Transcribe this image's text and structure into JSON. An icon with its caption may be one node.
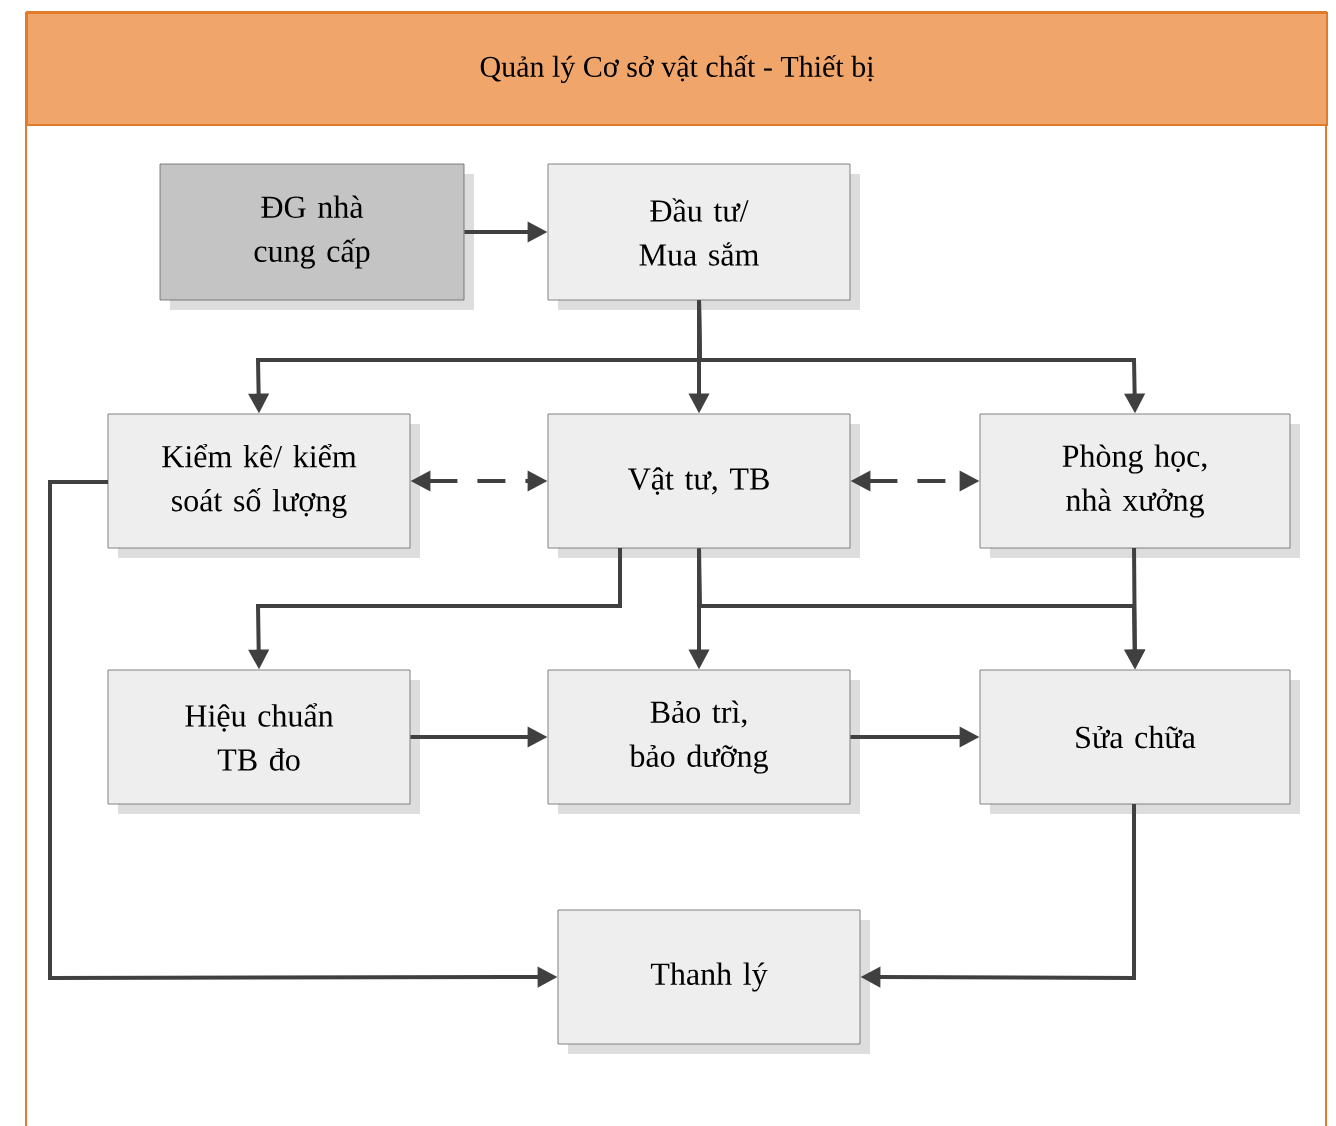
{
  "diagram": {
    "nodes": [
      {
        "text": [
          "Quản lý Cơ sở vật chất - Thiết bị"
        ]
      },
      {
        "text": [
          "ĐG nhà cung cấp"
        ],
        "in": 0
      },
      {
        "text": [
          "Đầu tư/ Mua sắm"
        ],
        "in": 0
      },
      {
        "text": [
          "Kiểm kê/ kiểm soát số lượng"
        ],
        "in": 0
      },
      {
        "text": [
          "Vật tư, TB"
        ],
        "in": 0
      },
      {
        "text": [
          "Phòng học, nhà xưởng"
        ],
        "in": 0
      },
      {
        "text": [
          "Hiệu chuẩn TB đo"
        ],
        "in": 0
      },
      {
        "text": [
          "Bảo trì, bảo dưỡng"
        ],
        "in": 0
      },
      {
        "text": [
          "Sửa chữa"
        ],
        "in": 0
      },
      {
        "text": [
          "Thanh lý"
        ],
        "in": 0
      }
    ],
    "edges": [
      {
        "from": 1,
        "to": 2,
        "arrow": "to"
      },
      {
        "from": 2,
        "to": 3,
        "arrow": "to"
      },
      {
        "from": 2,
        "to": 4,
        "arrow": "to"
      },
      {
        "from": 2,
        "to": 5,
        "arrow": "to"
      },
      {
        "from": 3,
        "to": 4,
        "arrow": "both",
        "style": "dashed"
      },
      {
        "from": 4,
        "to": 5,
        "arrow": "both",
        "style": "dashed"
      },
      {
        "from": 4,
        "to": 6,
        "arrow": "to"
      },
      {
        "from": 4,
        "to": 7,
        "arrow": "to"
      },
      {
        "from": 4,
        "to": 8,
        "arrow": "to"
      },
      {
        "from": 5,
        "to": 8,
        "arrow": "to"
      },
      {
        "from": 6,
        "to": 7,
        "arrow": "to"
      },
      {
        "from": 7,
        "to": 8,
        "arrow": "to"
      },
      {
        "from": 3,
        "to": 9,
        "arrow": "to"
      },
      {
        "from": 8,
        "to": 9,
        "arrow": "to"
      }
    ]
  }
}
